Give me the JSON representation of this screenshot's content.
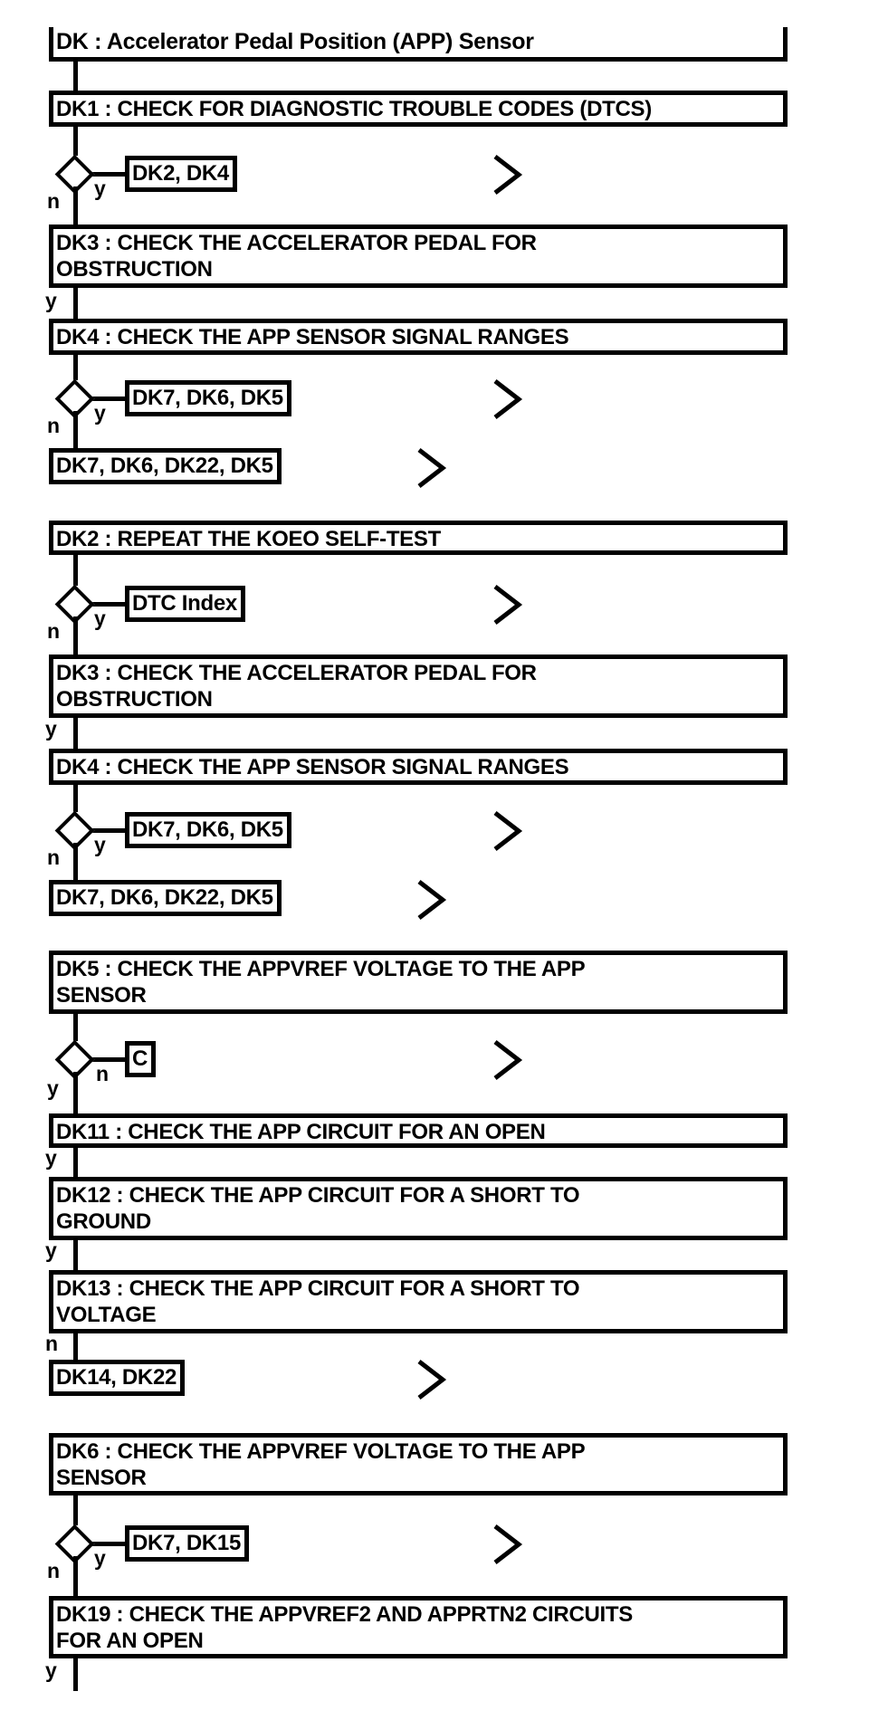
{
  "diagram": {
    "title": "DK : Accelerator Pedal Position (APP) Sensor",
    "colors": {
      "ink": "#000000",
      "background": "#ffffff"
    },
    "icons": {
      "continue": "chevron-right-icon"
    },
    "labels": {
      "yes": "y",
      "no": "n"
    },
    "nodes": {
      "dk1": {
        "lines": [
          "DK1 : CHECK FOR DIAGNOSTIC TROUBLE CODES (DTCS)"
        ]
      },
      "dk3a": {
        "lines": [
          "DK3 : CHECK THE ACCELERATOR PEDAL FOR",
          "OBSTRUCTION"
        ],
        "exit": "y"
      },
      "dk4a": {
        "lines": [
          "DK4 : CHECK THE APP SENSOR SIGNAL RANGES"
        ]
      },
      "dk2": {
        "lines": [
          "DK2 : REPEAT THE KOEO SELF-TEST"
        ]
      },
      "dk3b": {
        "lines": [
          "DK3 : CHECK THE ACCELERATOR PEDAL FOR",
          "OBSTRUCTION"
        ],
        "exit": "y"
      },
      "dk4b": {
        "lines": [
          "DK4 : CHECK THE APP SENSOR SIGNAL RANGES"
        ]
      },
      "dk5": {
        "lines": [
          "DK5 : CHECK THE APPVREF VOLTAGE TO THE APP",
          "SENSOR"
        ]
      },
      "dk11": {
        "lines": [
          "DK11 : CHECK THE APP CIRCUIT FOR AN OPEN"
        ],
        "exit": "y"
      },
      "dk12": {
        "lines": [
          "DK12 : CHECK THE APP CIRCUIT FOR A SHORT TO",
          "GROUND"
        ],
        "exit": "y"
      },
      "dk13": {
        "lines": [
          "DK13 : CHECK THE APP CIRCUIT FOR A SHORT TO",
          "VOLTAGE"
        ],
        "exit": "n"
      },
      "dk6": {
        "lines": [
          "DK6 : CHECK THE APPVREF VOLTAGE TO THE APP",
          "SENSOR"
        ]
      },
      "dk19": {
        "lines": [
          "DK19 : CHECK THE APPVREF2 AND APPRTN2 CIRCUITS",
          "FOR AN OPEN"
        ],
        "exit": "y"
      }
    },
    "decisions": {
      "d1": {
        "target": "DK2, DK4",
        "left": "n",
        "right": "y"
      },
      "d2": {
        "target": "DK7, DK6, DK5",
        "left": "n",
        "right": "y"
      },
      "d3": {
        "target": "DTC Index",
        "left": "n",
        "right": "y"
      },
      "d4": {
        "target": "DK7, DK6, DK5",
        "left": "n",
        "right": "y"
      },
      "d5": {
        "target": "C",
        "left": "y",
        "right": "n"
      },
      "d6": {
        "target": "DK7, DK15",
        "left": "n",
        "right": "y"
      }
    },
    "terminals": {
      "t1": {
        "text": "DK7, DK6, DK22, DK5"
      },
      "t2": {
        "text": "DK7, DK6, DK22, DK5"
      },
      "t3": {
        "text": "DK14, DK22"
      }
    }
  }
}
